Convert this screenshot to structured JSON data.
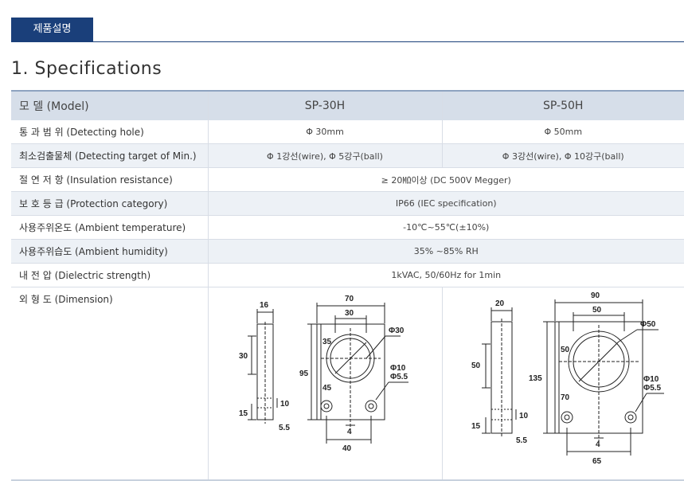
{
  "tab": {
    "label": "제품설명"
  },
  "section_title": "1. Specifications",
  "table": {
    "header": {
      "label": "모      델 (Model)",
      "col1": "SP-30H",
      "col2": "SP-50H"
    },
    "rows": [
      {
        "label": "통 과 범 위 (Detecting hole)",
        "v1": "Φ 30mm",
        "v2": "Φ 50mm"
      },
      {
        "label": "최소검출물체 (Detecting target of Min.)",
        "v1": "Φ 1강선(wire), Φ 5강구(ball)",
        "v2": "Φ 3강선(wire), Φ 10강구(ball)"
      },
      {
        "label": "절 연 저 항 (Insulation resistance)",
        "span": "≥ 20㏁이상 (DC 500V Megger)"
      },
      {
        "label": "보 호 등 급 (Protection category)",
        "span": "IP66 (IEC specification)"
      },
      {
        "label": "사용주위온도 (Ambient temperature)",
        "span": "-10℃~55℃(±10%)"
      },
      {
        "label": "사용주위습도 (Ambient humidity)",
        "span": "35% ~85% RH"
      },
      {
        "label": "내   전   압 (Dielectric strength)",
        "span": "1kVAC, 50/60Hz for 1min"
      }
    ],
    "dimension_label": "외   형   도 (Dimension)"
  },
  "dim30": {
    "w16": "16",
    "w70": "70",
    "w30": "30",
    "h35": "35",
    "h95": "95",
    "h45": "45",
    "h30": "30",
    "h15": "15",
    "h10": "10",
    "w55": "5.5",
    "w4": "4",
    "w40": "40",
    "phi30": "Φ30",
    "phi10": "Φ10",
    "phi55": "Φ5.5"
  },
  "dim50": {
    "w20": "20",
    "w90": "90",
    "w50": "50",
    "h50": "50",
    "h135": "135",
    "h70": "70",
    "hs50": "50",
    "h15": "15",
    "h10": "10",
    "w55": "5.5",
    "w4": "4",
    "w65": "65",
    "phi50": "Φ50",
    "phi10": "Φ10",
    "phi55": "Φ5.5"
  }
}
